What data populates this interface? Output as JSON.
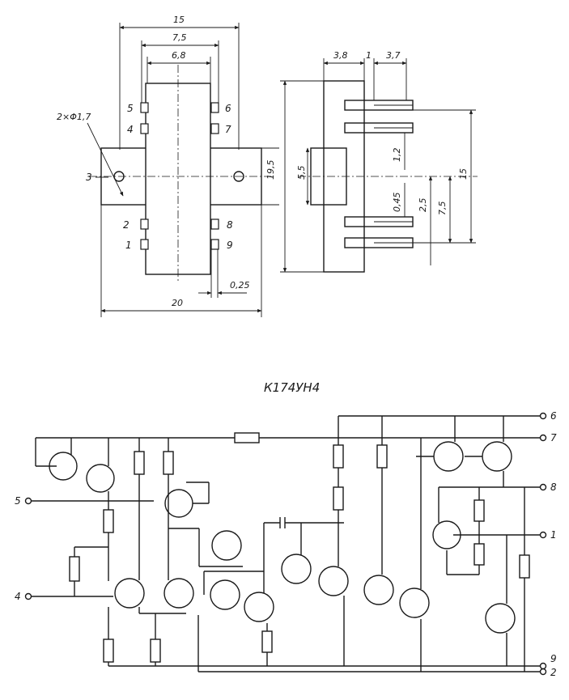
{
  "top_view": {
    "dims": {
      "overall_width": "15",
      "pin_span": "7,5",
      "body_width": "6,8",
      "hole_label": "2×Φ1,7",
      "flange_height": "19,5",
      "flange_length": "20",
      "pin_thickness": "0,25"
    },
    "pins_left": [
      "5",
      "4",
      "2",
      "1"
    ],
    "pins_right": [
      "6",
      "7",
      "8",
      "9"
    ],
    "pin_mount": "3"
  },
  "side_view": {
    "dims": {
      "d1": "3,8",
      "d2": "1",
      "d3": "3,7",
      "body_height": "5,5",
      "pitch": "1,2",
      "lead": "0,45",
      "d4": "2,5",
      "d5": "7,5",
      "d6": "15"
    }
  },
  "schematic": {
    "title": "К174УН4",
    "terminals_left": [
      "5",
      "4"
    ],
    "terminals_right": [
      "6",
      "7",
      "8",
      "1",
      "9",
      "2"
    ]
  }
}
